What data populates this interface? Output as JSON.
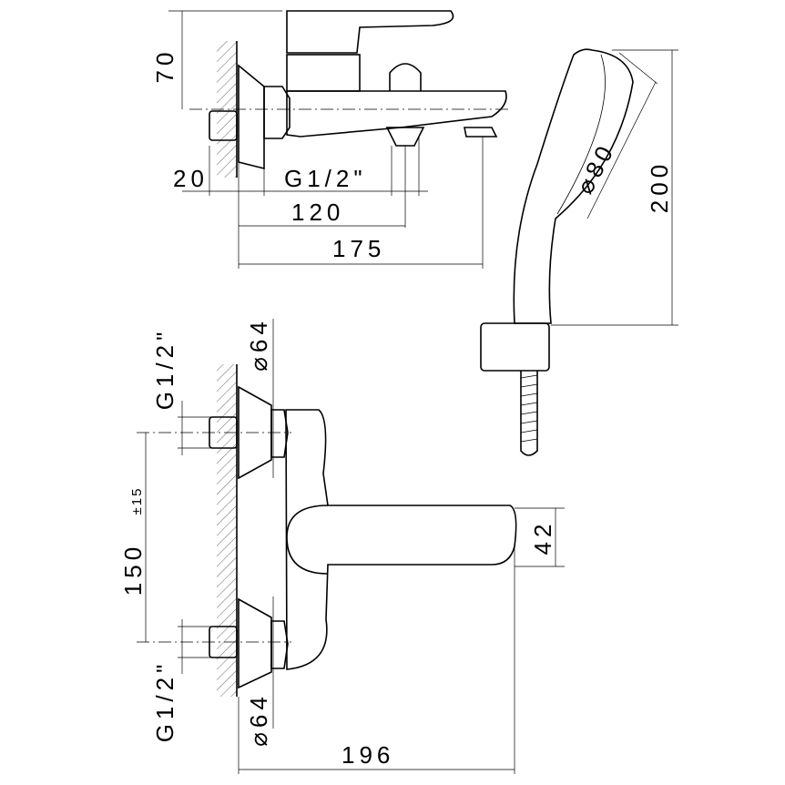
{
  "top_view": {
    "dim_height": "70",
    "dim_wall": "20",
    "dim_thread": "G1/2\"",
    "dim_120": "120",
    "dim_175": "175"
  },
  "hand_shower": {
    "dim_diameter": "⌀80",
    "dim_length": "200"
  },
  "front_view": {
    "thread_top": "G1/2\"",
    "flange_top": "⌀64",
    "center_distance": "150",
    "center_tolerance": "±15",
    "lever_height": "42",
    "thread_bottom": "G1/2\"",
    "flange_bottom": "⌀64",
    "total_depth": "196"
  }
}
